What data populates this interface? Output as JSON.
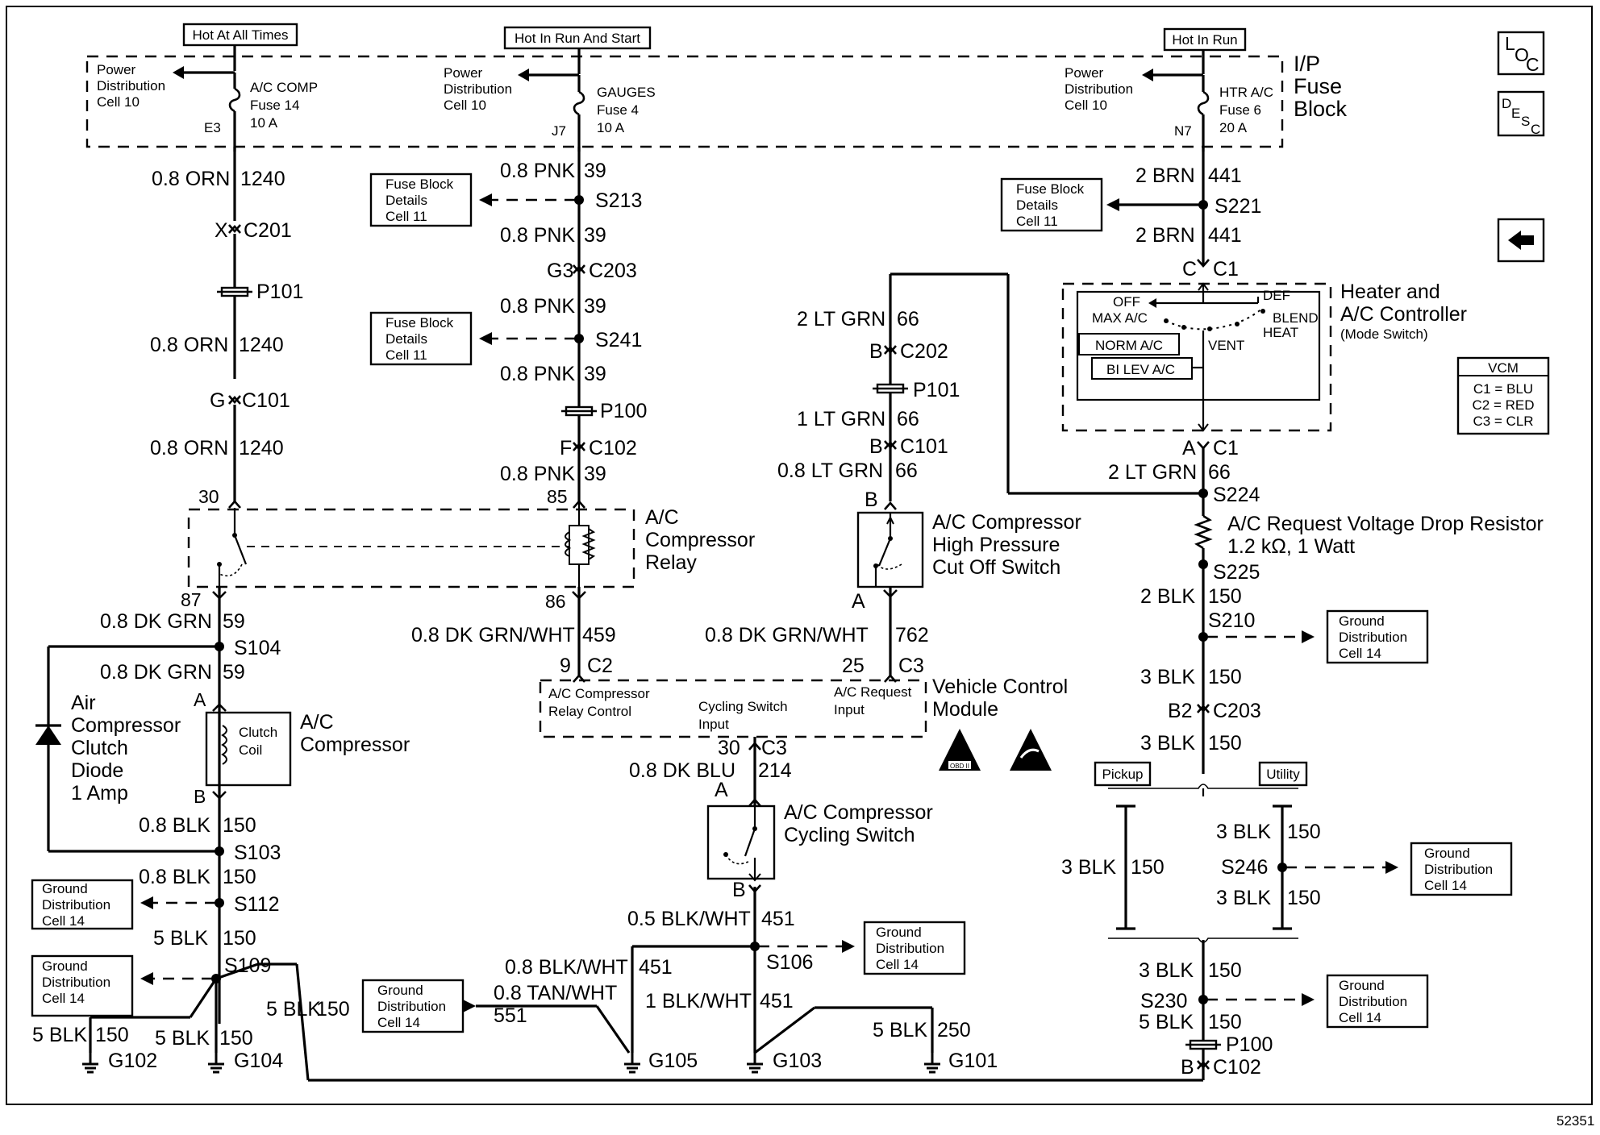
{
  "power": {
    "left": {
      "header": "Hot At All Times",
      "dist": [
        "Power",
        "Distribution",
        "Cell 10"
      ],
      "fuse": [
        "A/C COMP",
        "Fuse 14",
        "10 A"
      ],
      "pin": "E3"
    },
    "mid": {
      "header": "Hot In Run And Start",
      "dist": [
        "Power",
        "Distribution",
        "Cell 10"
      ],
      "fuse": [
        "GAUGES",
        "Fuse 4",
        "10 A"
      ],
      "pin": "J7"
    },
    "right": {
      "header": "Hot In Run",
      "dist": [
        "Power",
        "Distribution",
        "Cell 10"
      ],
      "fuse": [
        "HTR A/C",
        "Fuse 6",
        "20 A"
      ],
      "pin": "N7"
    },
    "block": [
      "I/P",
      "Fuse",
      "Block"
    ]
  },
  "ref_boxes": {
    "fuse_block": [
      "Fuse Block",
      "Details",
      "Cell 11"
    ],
    "ground": [
      "Ground",
      "Distribution",
      "Cell 14"
    ]
  },
  "side_icons": {
    "loc": {
      "a": "L",
      "b": "O",
      "c": "C"
    },
    "desc": {
      "a": "D",
      "b": "E",
      "c": "S",
      "d": "C"
    }
  },
  "vcm": {
    "title": "VCM",
    "rows": [
      "C1 = BLU",
      "C2 = RED",
      "C3 = CLR"
    ]
  },
  "left_circuit": {
    "wire1": [
      "0.8 ORN",
      "1240"
    ],
    "x_c201": "X",
    "c201": "C201",
    "p101": "P101",
    "g_c101": "G",
    "c101": "C101",
    "pin30": "30",
    "pin87": "87",
    "dkgrn1": [
      "0.8 DK GRN",
      "59"
    ],
    "s104": "S104",
    "dkgrn2": [
      "0.8 DK GRN",
      "59"
    ],
    "pinA": "A",
    "pinB": "B",
    "blk1": [
      "0.8 BLK",
      "150"
    ],
    "s103": "S103",
    "blk2": [
      "0.8 BLK",
      "150"
    ],
    "s112": "S112",
    "blk3": [
      "5 BLK",
      "150"
    ],
    "s109": "S109",
    "g102": "G102",
    "g104": "G104",
    "blk4": [
      "5 BLK",
      "150"
    ],
    "blk5": [
      "5 BLK",
      "150"
    ],
    "blk6": [
      "5 BLK",
      "150"
    ]
  },
  "diode": [
    "Air",
    "Compressor",
    "Clutch",
    "Diode",
    "1 Amp"
  ],
  "compressor": {
    "coil": [
      "Clutch",
      "Coil"
    ],
    "label": [
      "A/C",
      "Compressor"
    ]
  },
  "relay": {
    "label": [
      "A/C",
      "Compressor",
      "Relay"
    ]
  },
  "mid_circuit": {
    "pnk": [
      "0.8 PNK",
      "39"
    ],
    "s213": "S213",
    "g3": "G3",
    "c203": "C203",
    "s241": "S241",
    "p100": "P100",
    "f": "F",
    "c102": "C102",
    "pin85": "85",
    "pin86": "86",
    "dkgrnwht": [
      "0.8 DK GRN/WHT",
      "459"
    ],
    "pin9": "9",
    "c2": "C2"
  },
  "vcm_module": {
    "pin25": "25",
    "c3": "C3",
    "relay_ctrl": [
      "A/C Compressor",
      "Relay Control"
    ],
    "cycling_input": [
      "Cycling Switch",
      "Input"
    ],
    "request_input": [
      "A/C Request",
      "Input"
    ],
    "label": [
      "Vehicle Control",
      "Module"
    ],
    "obd": "OBD II",
    "pin30": "30",
    "c3b": "C3"
  },
  "cycling": {
    "dkblu": [
      "0.8 DK BLU",
      "214"
    ],
    "pinA": "A",
    "pinB": "B",
    "label": [
      "A/C Compressor",
      "Cycling Switch"
    ],
    "blkwht1": [
      "0.5 BLK/WHT",
      "451"
    ],
    "s106": "S106",
    "blkwht2": [
      "0.8 BLK/WHT",
      "451"
    ],
    "tanwht": [
      "0.8 TAN/WHT",
      "551"
    ],
    "blkwht3": [
      "1 BLK/WHT",
      "451"
    ],
    "blk250": [
      "5 BLK",
      "250"
    ],
    "g105": "G105",
    "g103": "G103",
    "g101": "G101"
  },
  "hp_switch": {
    "ltgrn1": [
      "2 LT GRN",
      "66"
    ],
    "b_c202": "B",
    "c202": "C202",
    "p101": "P101",
    "ltgrn2": [
      "1 LT GRN",
      "66"
    ],
    "b_c101": "B",
    "c101": "C101",
    "ltgrn3": [
      "0.8 LT GRN",
      "66"
    ],
    "pinB": "B",
    "pinA": "A",
    "label": [
      "A/C Compressor",
      "High Pressure",
      "Cut Off Switch"
    ],
    "dkgrnwht": [
      "0.8 DK GRN/WHT",
      "762"
    ]
  },
  "right_circuit": {
    "brn": [
      "2 BRN",
      "441"
    ],
    "s221": "S221",
    "c_c1": "C",
    "c1": "C1",
    "controller": [
      "Heater and",
      "A/C Controller",
      "(Mode Switch)"
    ],
    "modes": {
      "off": "OFF",
      "max": "MAX A/C",
      "norm": "NORM A/C",
      "bilev": "BI LEV A/C",
      "def": "DEF",
      "blend": "BLEND",
      "heat": "HEAT",
      "vent": "VENT"
    },
    "a_c1": "A",
    "c1b": "C1",
    "ltgrn": [
      "2 LT GRN",
      "66"
    ],
    "s224": "S224",
    "resistor": [
      "A/C Request Voltage Drop Resistor",
      "1.2 kΩ, 1 Watt"
    ],
    "s225": "S225",
    "blk1": [
      "2 BLK",
      "150"
    ],
    "s210": "S210",
    "blk2": [
      "3 BLK",
      "150"
    ],
    "b2": "B2",
    "c203": "C203",
    "blk3": [
      "3 BLK",
      "150"
    ],
    "pickup": "Pickup",
    "utility": "Utility",
    "blk_pickup": [
      "3 BLK",
      "150"
    ],
    "blk_util1": [
      "3 BLK",
      "150"
    ],
    "s246": "S246",
    "blk_util2": [
      "3 BLK",
      "150"
    ],
    "blk4": [
      "3 BLK",
      "150"
    ],
    "s230": "S230",
    "blk5": [
      "5 BLK",
      "150"
    ],
    "p100": "P100",
    "b_c102": "B",
    "c102": "C102"
  },
  "figure_number": "52351"
}
